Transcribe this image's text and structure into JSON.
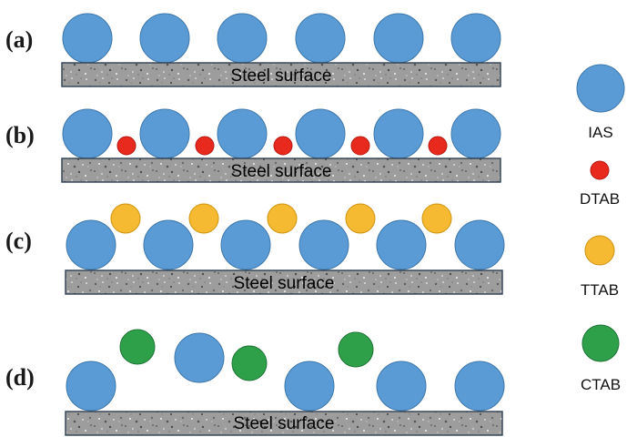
{
  "colors": {
    "IAS": "#5a9bd5",
    "IAS_stroke": "#3e78ab",
    "DTAB": "#e8291e",
    "DTAB_stroke": "#b51a12",
    "TTAB": "#f5b932",
    "TTAB_stroke": "#cf9314",
    "CTAB": "#2ea04a",
    "CTAB_stroke": "#1d7434",
    "surface": "#9d9d9d"
  },
  "panels": [
    {
      "label": "(a)",
      "surface_label": "Steel surface"
    },
    {
      "label": "(b)",
      "surface_label": "Steel surface"
    },
    {
      "label": "(c)",
      "surface_label": "Steel surface"
    },
    {
      "label": "(d)",
      "surface_label": "Steel surface"
    }
  ],
  "legend": [
    {
      "label": "IAS",
      "color_key": "IAS"
    },
    {
      "label": "DTAB",
      "color_key": "DTAB"
    },
    {
      "label": "TTAB",
      "color_key": "TTAB"
    },
    {
      "label": "CTAB",
      "color_key": "CTAB"
    }
  ]
}
